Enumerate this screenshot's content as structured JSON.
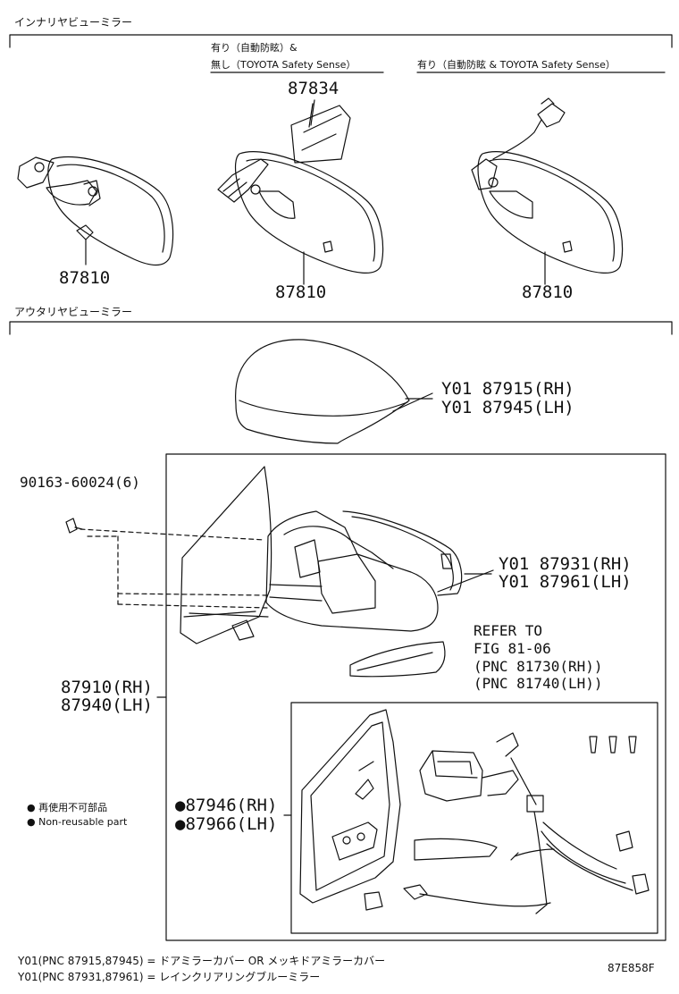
{
  "sections": {
    "inner": "インナリヤビューミラー",
    "outer": "アウタリヤビューミラー"
  },
  "captions": {
    "variant_a_line1": "有り（自動防眩）&",
    "variant_a_line2": "無し（TOYOTA Safety Sense）",
    "variant_b": "有り（自動防眩 & TOYOTA Safety Sense）"
  },
  "parts": {
    "p87834": "87834",
    "p87810_a": "87810",
    "p87810_b": "87810",
    "p87810_c": "87810",
    "cover_rh": "Y01 87915(RH)",
    "cover_lh": "Y01 87945(LH)",
    "screw": "90163-60024(6)",
    "lamp_rh": "Y01 87931(RH)",
    "lamp_lh": "Y01 87961(LH)",
    "refer1": "REFER TO",
    "refer2": "FIG 81-06",
    "refer3": "(PNC 81730(RH))",
    "refer4": "(PNC 81740(LH))",
    "assy_rh": "87910(RH)",
    "assy_lh": "87940(LH)",
    "nr_rh": "●87946(RH)",
    "nr_lh": "●87966(LH)"
  },
  "legend": {
    "jp": "● 再使用不可部品",
    "en": "● Non-reusable part"
  },
  "footer": {
    "line1": "Y01(PNC 87915,87945) = ドアミラーカバー OR メッキドアミラーカバー",
    "line2": "Y01(PNC 87931,87961) = レインクリアリングブルーミラー",
    "code": "87E858F"
  }
}
